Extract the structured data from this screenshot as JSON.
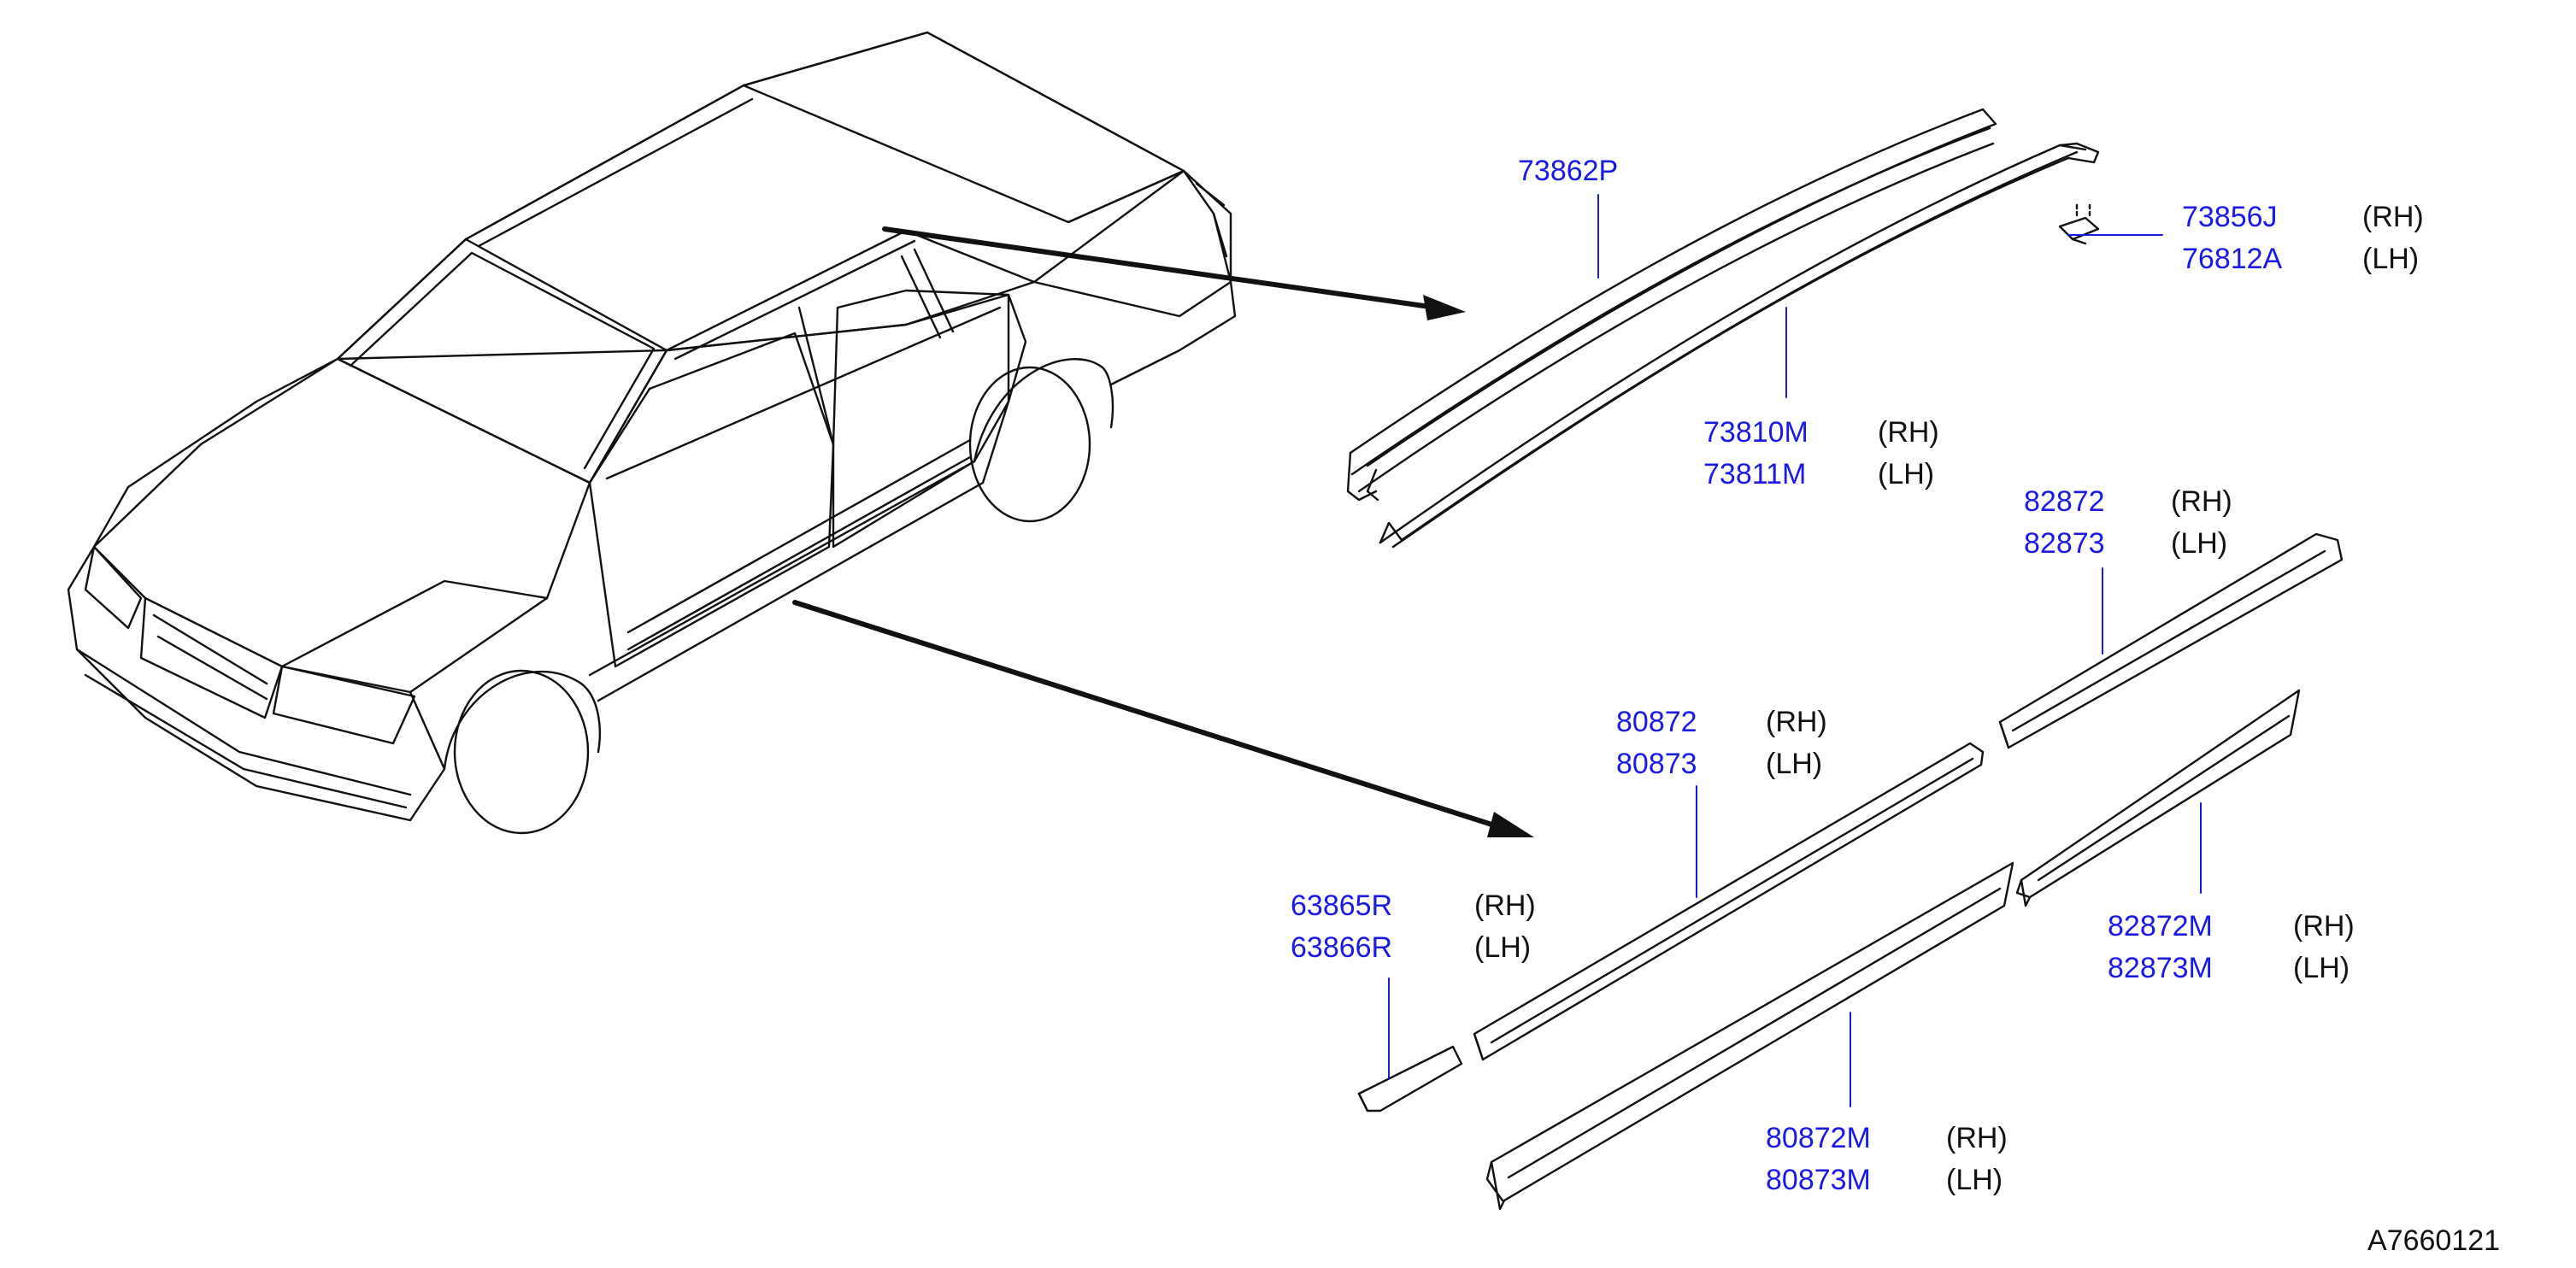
{
  "colors": {
    "part_number": "#1a1ae6",
    "line_art": "#111111",
    "leader": "#1a1ae6",
    "background": "#ffffff"
  },
  "diagram_code": "A7660121",
  "callouts": [
    {
      "id": "roof-molding",
      "parts": [
        "73862P"
      ],
      "sides": []
    },
    {
      "id": "roof-clip",
      "parts": [
        "73856J",
        "76812A"
      ],
      "sides": [
        "(RH)",
        "(LH)"
      ]
    },
    {
      "id": "roof-drip",
      "parts": [
        "73810M",
        "73811M"
      ],
      "sides": [
        "(RH)",
        "(LH)"
      ]
    },
    {
      "id": "rear-door-upper",
      "parts": [
        "82872",
        "82873"
      ],
      "sides": [
        "(RH)",
        "(LH)"
      ]
    },
    {
      "id": "front-door-upper",
      "parts": [
        "80872",
        "80873"
      ],
      "sides": [
        "(RH)",
        "(LH)"
      ]
    },
    {
      "id": "fender-end",
      "parts": [
        "63865R",
        "63866R"
      ],
      "sides": [
        "(RH)",
        "(LH)"
      ]
    },
    {
      "id": "rear-door-lower",
      "parts": [
        "82872M",
        "82873M"
      ],
      "sides": [
        "(RH)",
        "(LH)"
      ]
    },
    {
      "id": "front-door-lower",
      "parts": [
        "80872M",
        "80873M"
      ],
      "sides": [
        "(RH)",
        "(LH)"
      ]
    }
  ]
}
